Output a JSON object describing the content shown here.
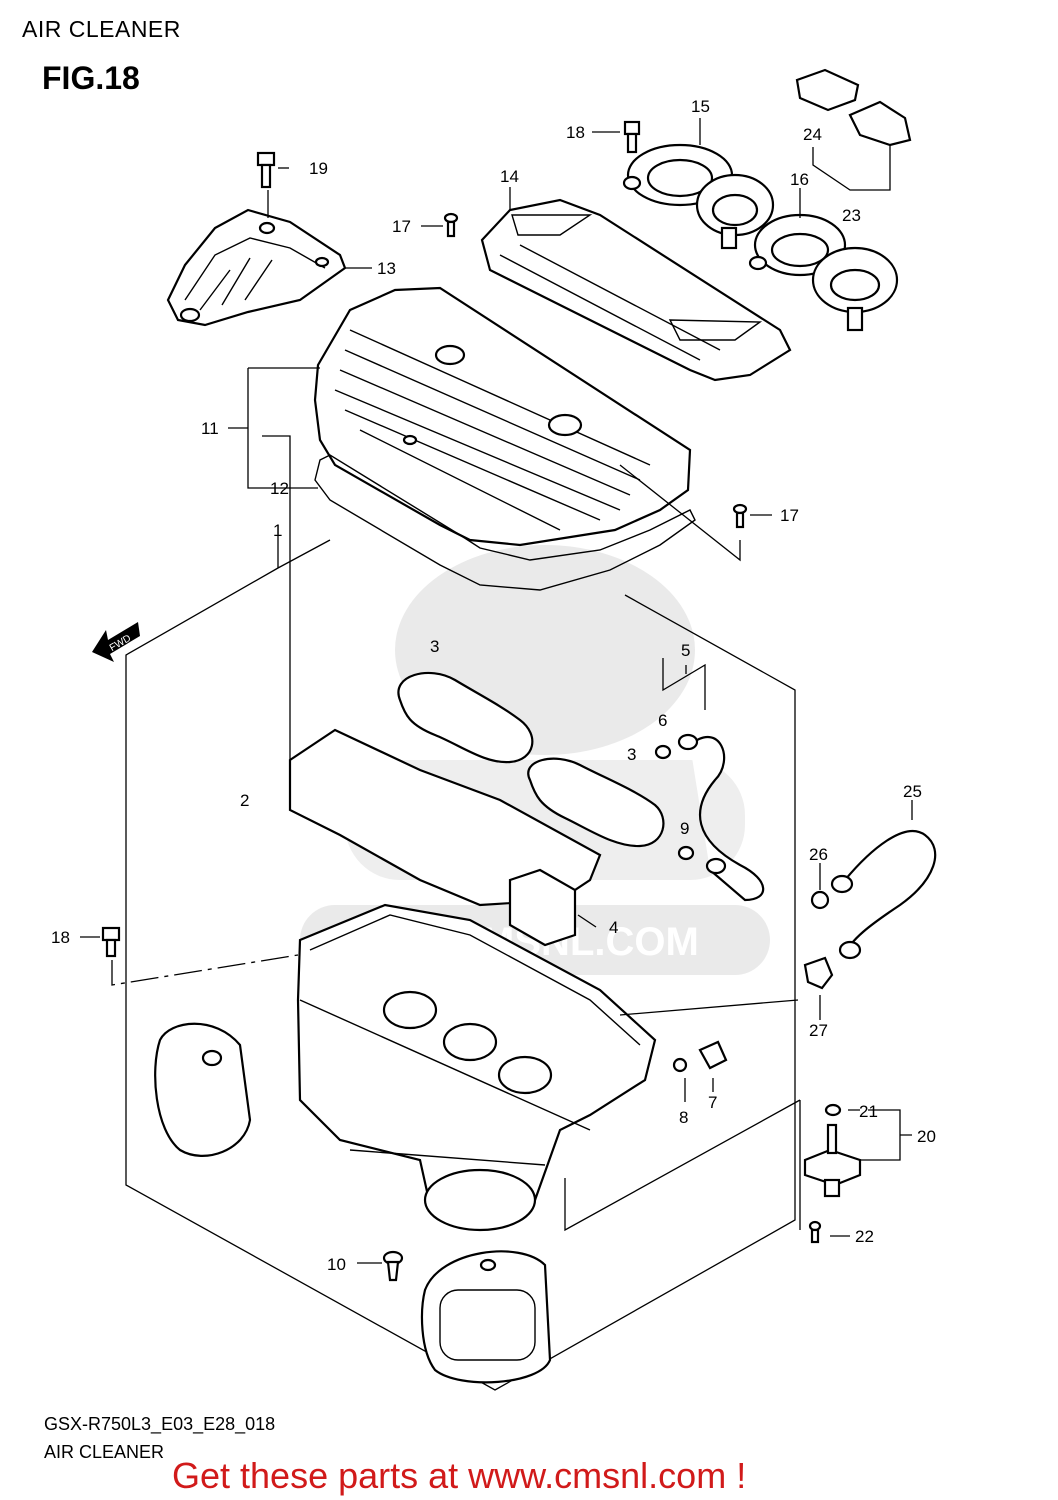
{
  "header": {
    "section_title": "AIR CLEANER",
    "figure_label": "FIG.18"
  },
  "callouts": [
    {
      "id": "c1",
      "text": "1"
    },
    {
      "id": "c2",
      "text": "2"
    },
    {
      "id": "c3a",
      "text": "3"
    },
    {
      "id": "c3b",
      "text": "3"
    },
    {
      "id": "c4",
      "text": "4"
    },
    {
      "id": "c5",
      "text": "5"
    },
    {
      "id": "c6",
      "text": "6"
    },
    {
      "id": "c7",
      "text": "7"
    },
    {
      "id": "c8",
      "text": "8"
    },
    {
      "id": "c9",
      "text": "9"
    },
    {
      "id": "c10",
      "text": "10"
    },
    {
      "id": "c11",
      "text": "11"
    },
    {
      "id": "c12",
      "text": "12"
    },
    {
      "id": "c13",
      "text": "13"
    },
    {
      "id": "c14",
      "text": "14"
    },
    {
      "id": "c15",
      "text": "15"
    },
    {
      "id": "c16",
      "text": "16"
    },
    {
      "id": "c17a",
      "text": "17"
    },
    {
      "id": "c17b",
      "text": "17"
    },
    {
      "id": "c18a",
      "text": "18"
    },
    {
      "id": "c18b",
      "text": "18"
    },
    {
      "id": "c19",
      "text": "19"
    },
    {
      "id": "c20",
      "text": "20"
    },
    {
      "id": "c21",
      "text": "21"
    },
    {
      "id": "c22",
      "text": "22"
    },
    {
      "id": "c23",
      "text": "23"
    },
    {
      "id": "c24",
      "text": "24"
    },
    {
      "id": "c25",
      "text": "25"
    },
    {
      "id": "c26",
      "text": "26"
    },
    {
      "id": "c27",
      "text": "27"
    }
  ],
  "watermark": "WWW.CMSNL.COM",
  "fwd_arrow_label": "FWD",
  "footer": {
    "model_code": "GSX-R750L3_E03_E28_018",
    "caption": "AIR CLEANER",
    "promo": "Get these parts at www.cmsnl.com !"
  },
  "colors": {
    "promo": "#d11a1a",
    "watermark": "#d9d9d9",
    "line": "#000000"
  }
}
